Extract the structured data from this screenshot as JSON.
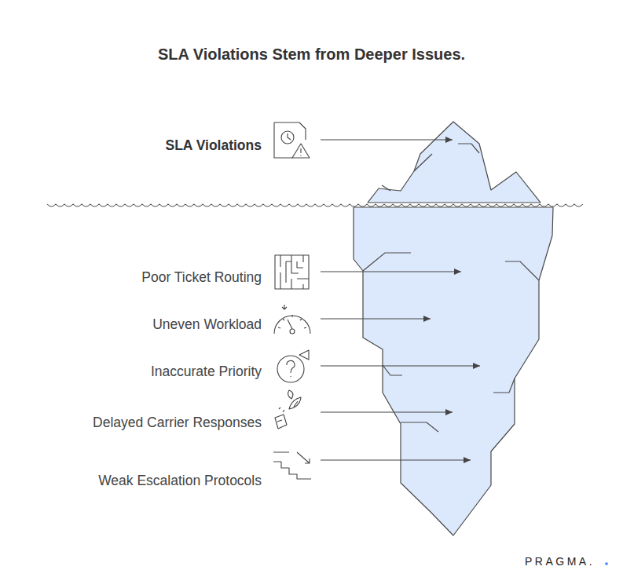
{
  "diagram": {
    "title": "SLA Violations Stem from Deeper Issues.",
    "labels": [
      "SLA Violations",
      "Poor Ticket Routing",
      "Uneven Workload",
      "Inaccurate Priority",
      "Delayed Carrier Responses",
      "Weak Escalation Protocols",
      "PRAGMA."
    ]
  }
}
